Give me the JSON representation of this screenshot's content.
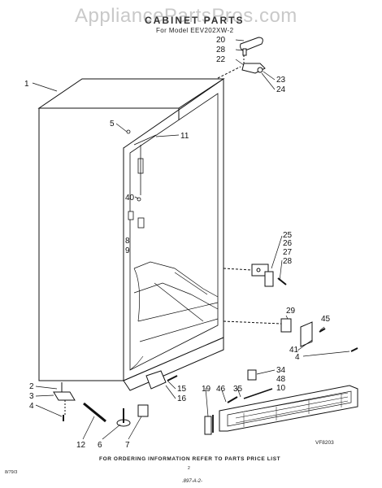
{
  "header": {
    "watermark": "AppliancePartsPros.com",
    "title": "CABINET PARTS",
    "subtitle": "For Model EEV202XW-2"
  },
  "footer": {
    "ordering_note": "FOR ORDERING INFORMATION REFER TO PARTS PRICE LIST",
    "figure_code": "VF8203",
    "doc_code": "8/79/3",
    "page_number": "2",
    "handwritten": ".897-A-2-"
  },
  "callouts": [
    "1",
    "2",
    "3",
    "4",
    "5",
    "6",
    "7",
    "8",
    "9",
    "10",
    "11",
    "12",
    "15",
    "16",
    "19",
    "20",
    "22",
    "23",
    "24",
    "25",
    "26",
    "27",
    "28",
    "29",
    "34",
    "35",
    "40",
    "41",
    "45",
    "46",
    "48"
  ]
}
